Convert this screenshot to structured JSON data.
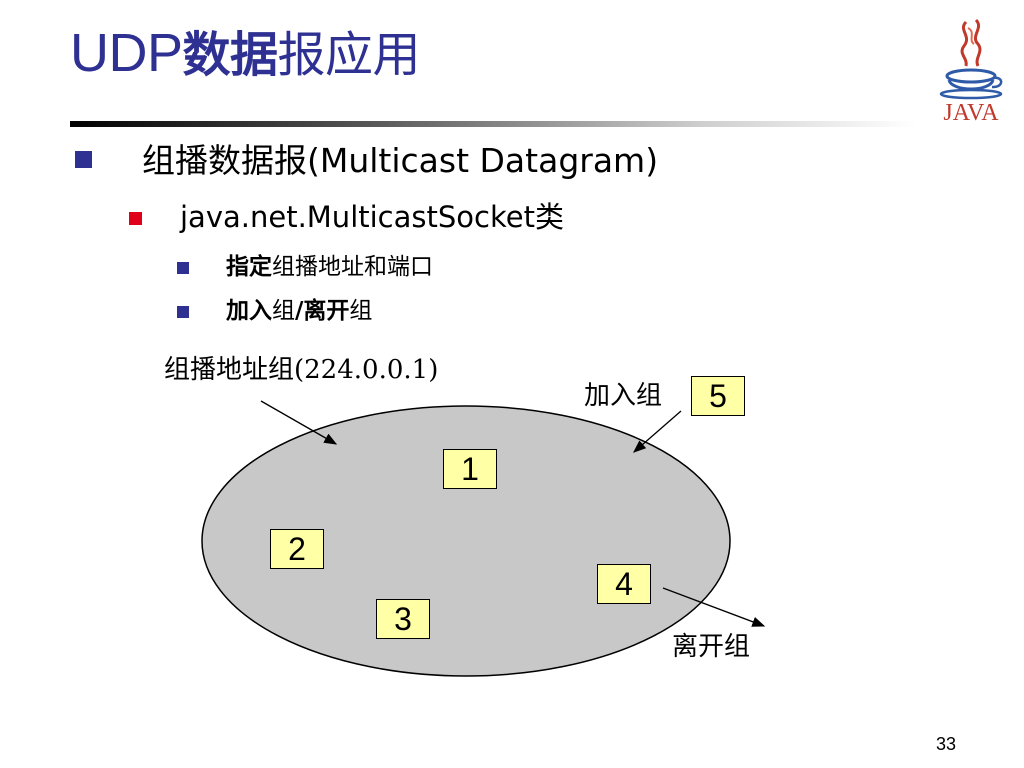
{
  "title": {
    "latin": "UDP",
    "bold_cn": "数据",
    "cn": "报应用"
  },
  "bullets": {
    "l1": {
      "cn": "组播数据报",
      "latin": "(Multicast Datagram)"
    },
    "l2": {
      "latin": "java.net.MulticastSocket",
      "cn": "类"
    },
    "l3a": {
      "bold": "指定",
      "rest": "组播地址和端口"
    },
    "l3b": {
      "bold": "加入",
      "mid": "组",
      "slash": "/",
      "bold2": "离开",
      "rest": "组"
    }
  },
  "diagram": {
    "group_label": "组播地址组(224.0.0.1)",
    "join_label": "加入组",
    "leave_label": "离开组",
    "nodes": [
      "1",
      "2",
      "3",
      "4",
      "5"
    ],
    "colors": {
      "ellipse": "#c8c8c8",
      "node": "#ffffa6"
    }
  },
  "logo": {
    "icon": "java-logo-icon",
    "text": "JAVA"
  },
  "page_number": "33",
  "colors": {
    "title": "#2e3192",
    "bullet_l1": "#2e3192",
    "bullet_l2": "#e0001b",
    "bullet_l3": "#2e3192"
  }
}
